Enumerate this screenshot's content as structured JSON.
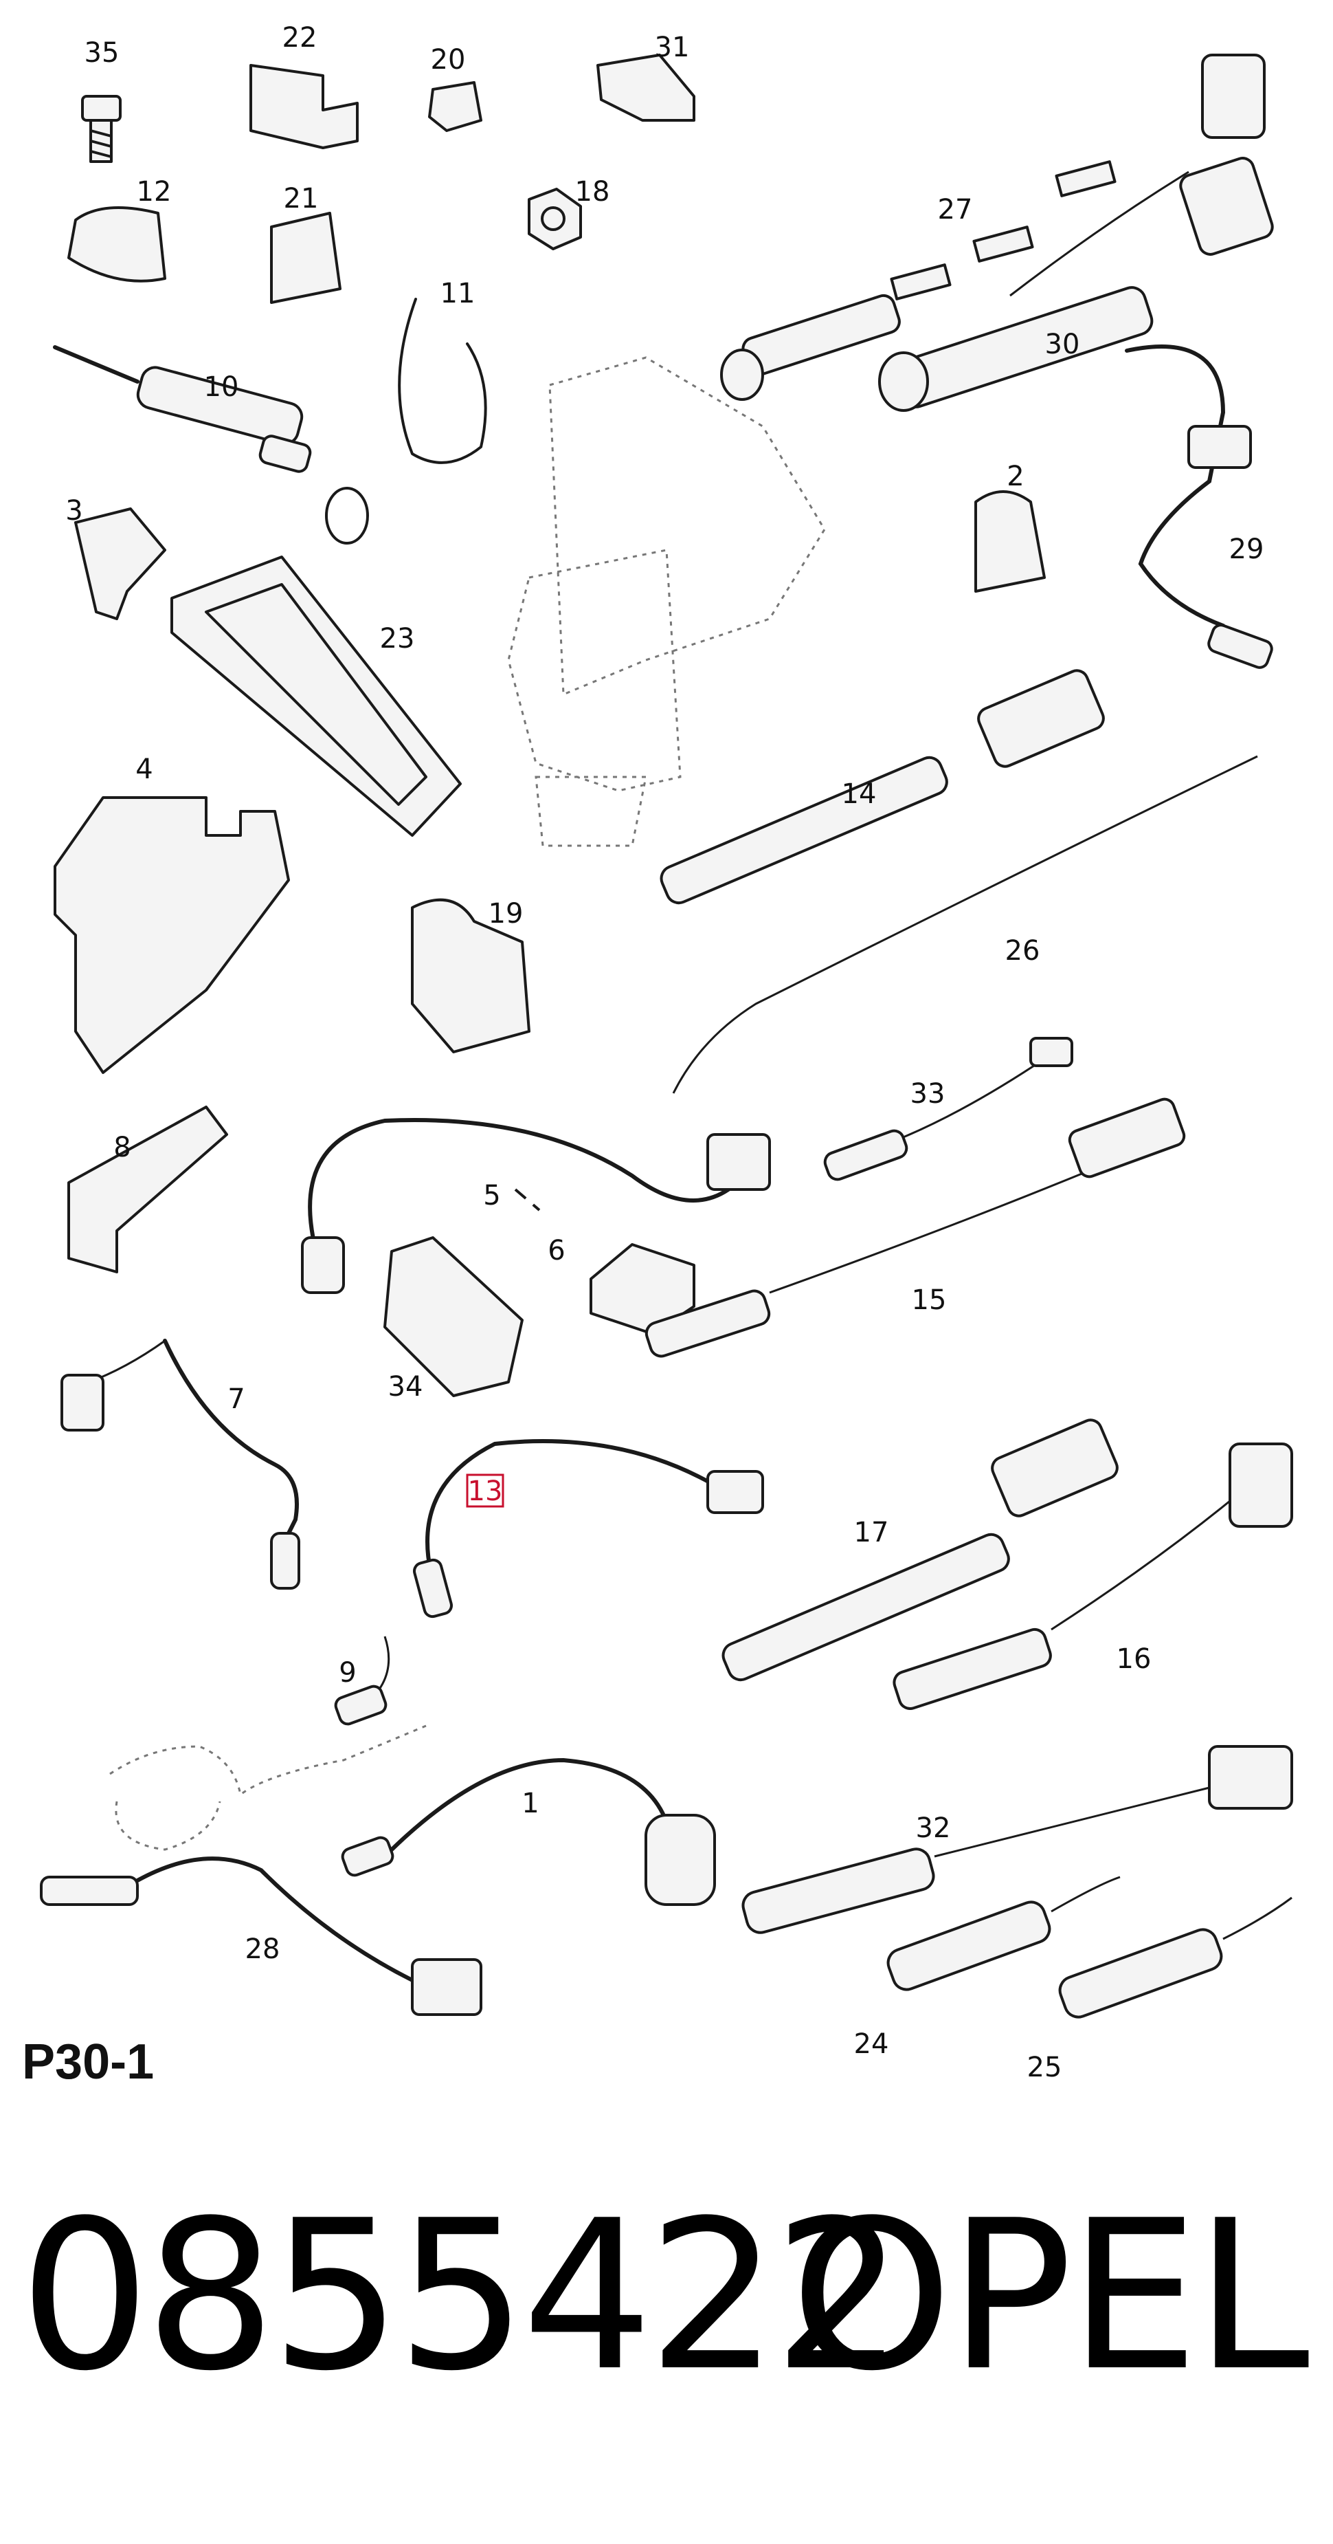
{
  "diagram": {
    "sheet_code": "P30-1",
    "highlight_color": "#c8102e",
    "callouts": [
      {
        "label": "35"
      },
      {
        "label": "22"
      },
      {
        "label": "20"
      },
      {
        "label": "31"
      },
      {
        "label": "12"
      },
      {
        "label": "21"
      },
      {
        "label": "18"
      },
      {
        "label": "27"
      },
      {
        "label": "11"
      },
      {
        "label": "10"
      },
      {
        "label": "30"
      },
      {
        "label": "3"
      },
      {
        "label": "2"
      },
      {
        "label": "23"
      },
      {
        "label": "29"
      },
      {
        "label": "4"
      },
      {
        "label": "14"
      },
      {
        "label": "19"
      },
      {
        "label": "26"
      },
      {
        "label": "33"
      },
      {
        "label": "8"
      },
      {
        "label": "5"
      },
      {
        "label": "6"
      },
      {
        "label": "15"
      },
      {
        "label": "34"
      },
      {
        "label": "7"
      },
      {
        "label": "13",
        "highlight": true
      },
      {
        "label": "17"
      },
      {
        "label": "16"
      },
      {
        "label": "9"
      },
      {
        "label": "1"
      },
      {
        "label": "32"
      },
      {
        "label": "28"
      },
      {
        "label": "24"
      },
      {
        "label": "25"
      }
    ]
  },
  "footer": {
    "part_number": "0855422",
    "brand": "OPEL"
  }
}
